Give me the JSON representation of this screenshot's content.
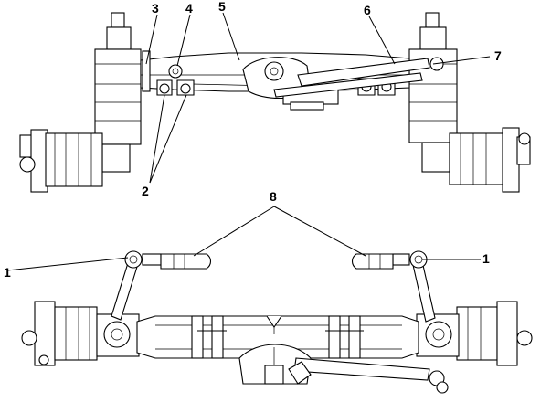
{
  "callouts": {
    "c1_left": "1",
    "c1_right": "1",
    "c2": "2",
    "c3": "3",
    "c4": "4",
    "c5": "5",
    "c6": "6",
    "c7": "7",
    "c8": "8"
  }
}
